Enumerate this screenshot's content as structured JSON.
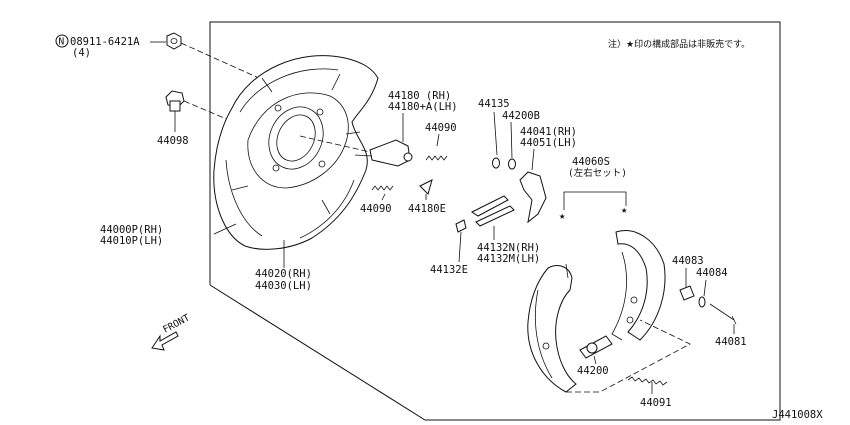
{
  "note": "注）★印の構成部品は非販売です。",
  "diagram_code": "J441008X",
  "front_label": "FRONT",
  "nut_symbol": "N",
  "labels": {
    "p08911": "08911-6421A",
    "p08911_qty": "(4)",
    "p44098": "44098",
    "p44000p": "44000P(RH)",
    "p44010p": "44010P(LH)",
    "p44020": "44020(RH)",
    "p44030": "44030(LH)",
    "p44180": "44180 (RH)",
    "p44180a": "44180+A(LH)",
    "p44090a": "44090",
    "p44090b": "44090",
    "p44180e": "44180E",
    "p44135": "44135",
    "p44200b": "44200B",
    "p44041": "44041(RH)",
    "p44051": "44051(LH)",
    "p44060s": "44060S",
    "p44060s_sub": "(左右セット)",
    "p44132n": "44132N(RH)",
    "p44132m": "44132M(LH)",
    "p44132e": "44132E",
    "p44083": "44083",
    "p44084": "44084",
    "p44081": "44081",
    "p44200": "44200",
    "p44091": "44091"
  }
}
